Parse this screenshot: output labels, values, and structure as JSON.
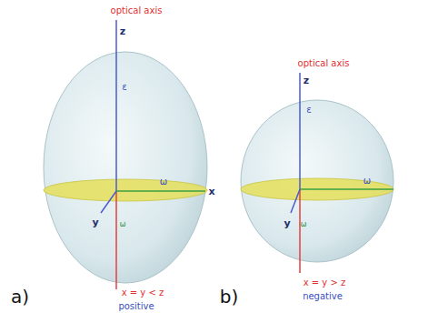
{
  "diagram": {
    "labels": [
      "optical axis",
      "z",
      "ε",
      "x",
      "ω",
      "y",
      "ω",
      "optical axis",
      "z",
      "ε",
      "ω",
      "y",
      "ω",
      "a)",
      "x = y < z",
      "positive",
      "b)",
      "x = y > z",
      "negative"
    ]
  }
}
